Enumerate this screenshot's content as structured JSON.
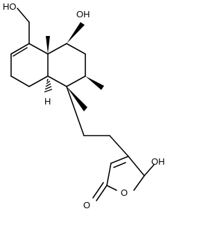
{
  "molecule": {
    "atom_labels": {
      "ho_top_left": "HO",
      "oh_top": "OH",
      "h_stereo": "H",
      "oh_right": "OH",
      "o_ring": "O",
      "o_carbonyl": "O"
    },
    "colors": {
      "bond": "#000000",
      "background": "#ffffff"
    }
  }
}
